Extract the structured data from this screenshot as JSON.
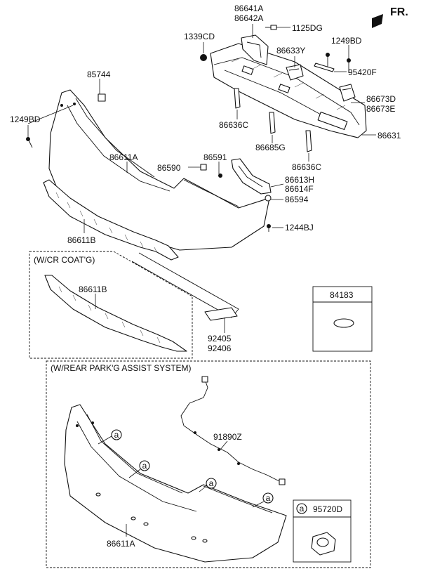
{
  "header": {
    "direction_label": "FR."
  },
  "labels": {
    "p86641A": "86641A",
    "p86642A": "86642A",
    "p1339CD": "1339CD",
    "p1125DG": "1125DG",
    "p1249BD_top": "1249BD",
    "p86633Y": "86633Y",
    "p95420F": "95420F",
    "p85744": "85744",
    "p86673D": "86673D",
    "p86673E": "86673E",
    "p1249BD_left": "1249BD",
    "p86636C_a": "86636C",
    "p86685G": "86685G",
    "p86631": "86631",
    "p86611A_top": "86611A",
    "p86591": "86591",
    "p86590": "86590",
    "p86636C_b": "86636C",
    "p86613H": "86613H",
    "p86614F": "86614F",
    "p86594": "86594",
    "p1244BJ": "1244BJ",
    "p86611B_top": "86611B",
    "p86611B_box": "86611B",
    "p92405": "92405",
    "p92406": "92406",
    "p84183": "84183",
    "p91890Z": "91890Z",
    "p86611A_bottom": "86611A",
    "p95720D": "95720D"
  },
  "groups": {
    "cr_coat_label": "(W/CR COAT'G)",
    "park_assist_label": "(W/REAR PARK'G ASSIST SYSTEM)"
  },
  "callout": {
    "letter": "a"
  }
}
